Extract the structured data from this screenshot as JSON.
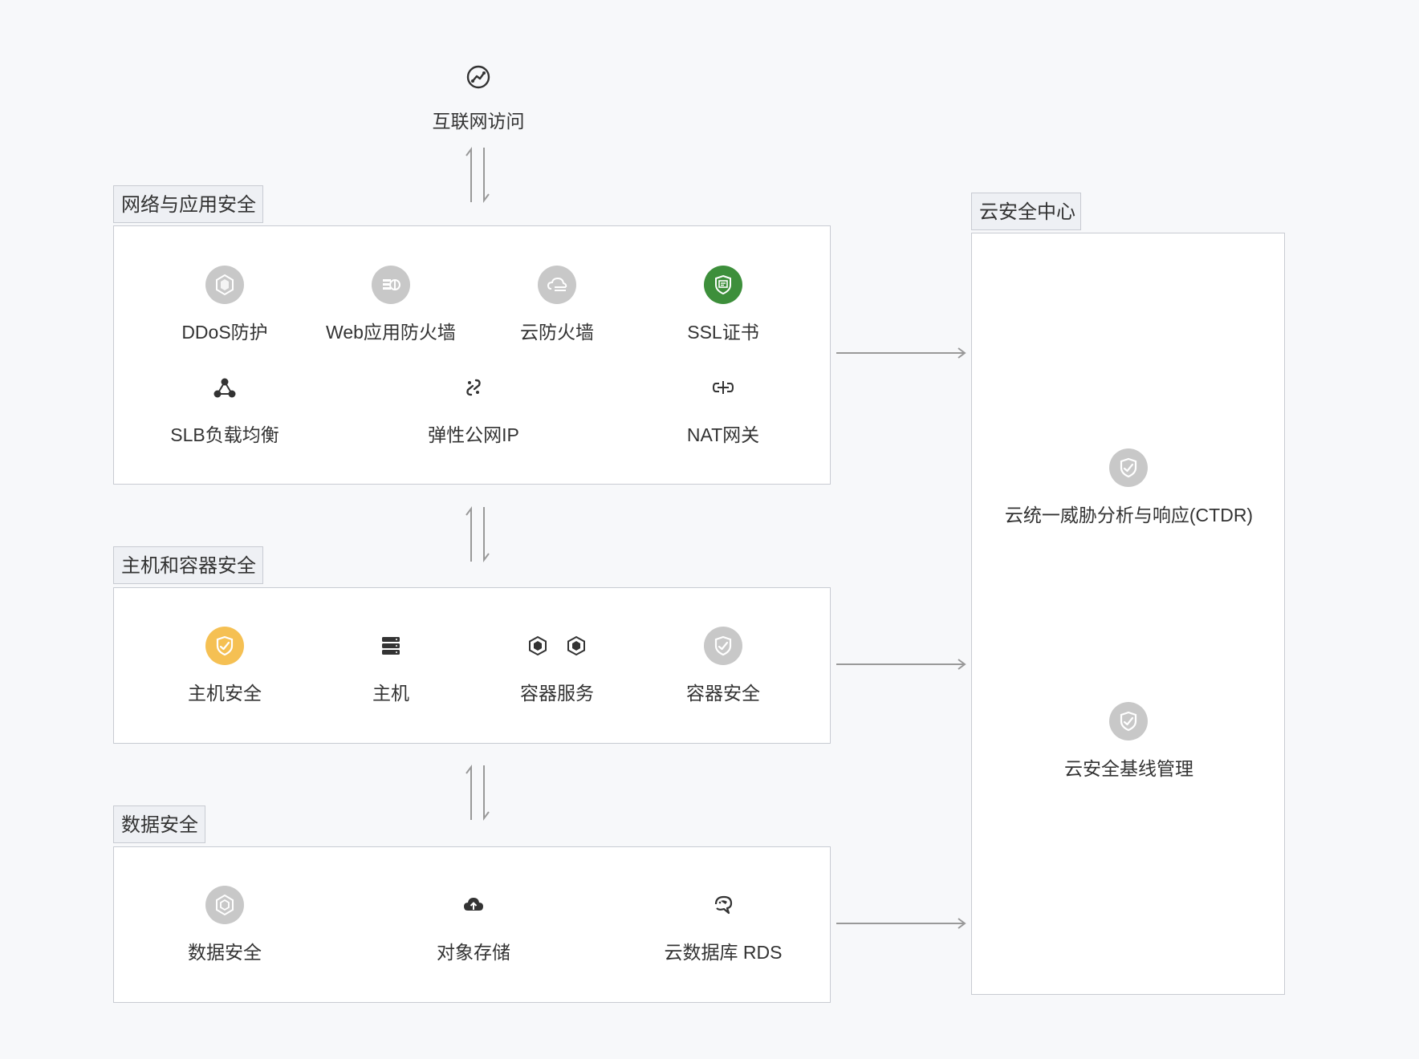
{
  "top": {
    "label": "互联网访问",
    "icon": "globe-icon"
  },
  "sections": {
    "network": {
      "title": "网络与应用安全",
      "items": [
        {
          "label": "DDoS防护",
          "icon": "hexagon-shield-icon"
        },
        {
          "label": "Web应用防火墙",
          "icon": "firewall-icon"
        },
        {
          "label": "云防火墙",
          "icon": "cloud-firewall-icon"
        },
        {
          "label": "SSL证书",
          "icon": "certificate-shield-icon"
        },
        {
          "label": "SLB负载均衡",
          "icon": "load-balancer-icon"
        },
        {
          "label": "弹性公网IP",
          "icon": "link-icon"
        },
        {
          "label": "NAT网关",
          "icon": "gateway-icon"
        }
      ]
    },
    "host": {
      "title": "主机和容器安全",
      "items": [
        {
          "label": "主机安全",
          "icon": "shield-check-icon"
        },
        {
          "label": "主机",
          "icon": "server-icon"
        },
        {
          "label": "容器服务",
          "icon": "container-icon"
        },
        {
          "label": "容器安全",
          "icon": "shield-check-icon"
        }
      ]
    },
    "data": {
      "title": "数据安全",
      "items": [
        {
          "label": "数据安全",
          "icon": "hexagon-shield-icon"
        },
        {
          "label": "对象存储",
          "icon": "cloud-upload-icon"
        },
        {
          "label": "云数据库 RDS",
          "icon": "database-dolphin-icon"
        }
      ]
    },
    "center": {
      "title": "云安全中心",
      "items": [
        {
          "label": "云统一威胁分析与响应(CTDR)",
          "icon": "shield-check-icon"
        },
        {
          "label": "云安全基线管理",
          "icon": "shield-check-icon"
        }
      ]
    }
  },
  "colors": {
    "green": "#3d8f3b",
    "yellow": "#f5c053",
    "gray": "#c8c8c8",
    "line": "#999999"
  }
}
